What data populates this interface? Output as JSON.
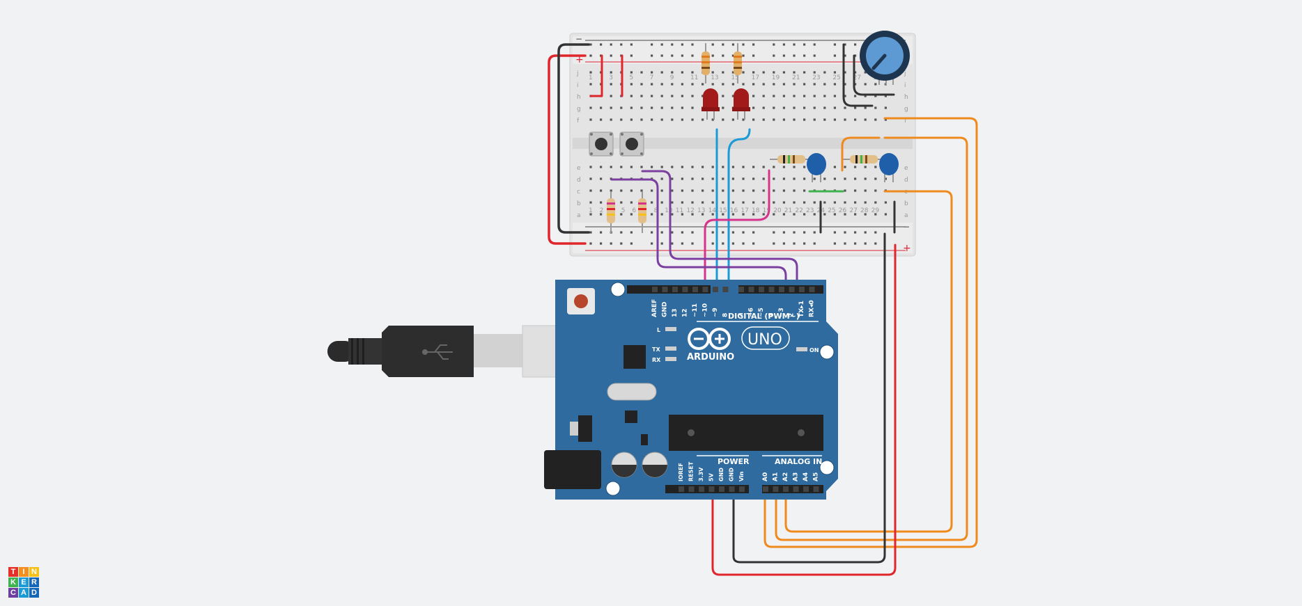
{
  "colors": {
    "board": "#2f6b9e",
    "board_dark": "#255a86",
    "breadboard": "#e6e6e6",
    "wire_red": "#e0262b",
    "wire_black": "#333333",
    "wire_orange": "#ef8a1e",
    "wire_purple": "#7b3fa0",
    "wire_blue": "#1a9ad6",
    "wire_pink": "#d6338a",
    "wire_green": "#3fb34f",
    "led_red": "#a31a1a",
    "cap_blue": "#1f5ea8"
  },
  "arduino": {
    "brand": "ARDUINO",
    "model": "UNO",
    "digital_label": "DIGITAL (PWM~)",
    "power_label": "POWER",
    "analog_label": "ANALOG IN",
    "led_l": "L",
    "led_tx": "TX",
    "led_rx": "RX",
    "led_on": "ON",
    "digital_pins": [
      "AREF",
      "GND",
      "13",
      "12",
      "~11",
      "~10",
      "~9",
      "8",
      "7",
      "~6",
      "~5",
      "4",
      "~3",
      "2",
      "TX▸1",
      "RX◂0"
    ],
    "power_pins": [
      "IOREF",
      "RESET",
      "3.3V",
      "5V",
      "GND",
      "GND",
      "Vin"
    ],
    "analog_pins": [
      "A0",
      "A1",
      "A2",
      "A3",
      "A4",
      "A5"
    ]
  },
  "breadboard": {
    "row_letters_top": [
      "j",
      "i",
      "h",
      "g",
      "f"
    ],
    "row_letters_bottom": [
      "e",
      "d",
      "c",
      "b",
      "a"
    ],
    "column_numbers_top": [
      "1",
      "3",
      "5",
      "7",
      "9",
      "11",
      "13",
      "15",
      "17",
      "19",
      "21",
      "23",
      "25",
      "27",
      "29"
    ],
    "column_numbers_bottom": [
      "1",
      "2",
      "4",
      "5",
      "6",
      "7",
      "8",
      "10",
      "11",
      "12",
      "13",
      "14",
      "15",
      "16",
      "17",
      "18",
      "19",
      "20",
      "21",
      "22",
      "23",
      "24",
      "25",
      "26",
      "27",
      "28",
      "29"
    ],
    "rail_plus": "+",
    "rail_minus": "−"
  },
  "logo": {
    "letters": [
      "T",
      "I",
      "N",
      "K",
      "E",
      "R",
      "C",
      "A",
      "D"
    ],
    "colors": [
      "#e4322b",
      "#f68e1e",
      "#f5c11a",
      "#3fb34f",
      "#1a9ad6",
      "#1565b8",
      "#6c3fa0",
      "#1a9ad6",
      "#1565b8"
    ]
  }
}
